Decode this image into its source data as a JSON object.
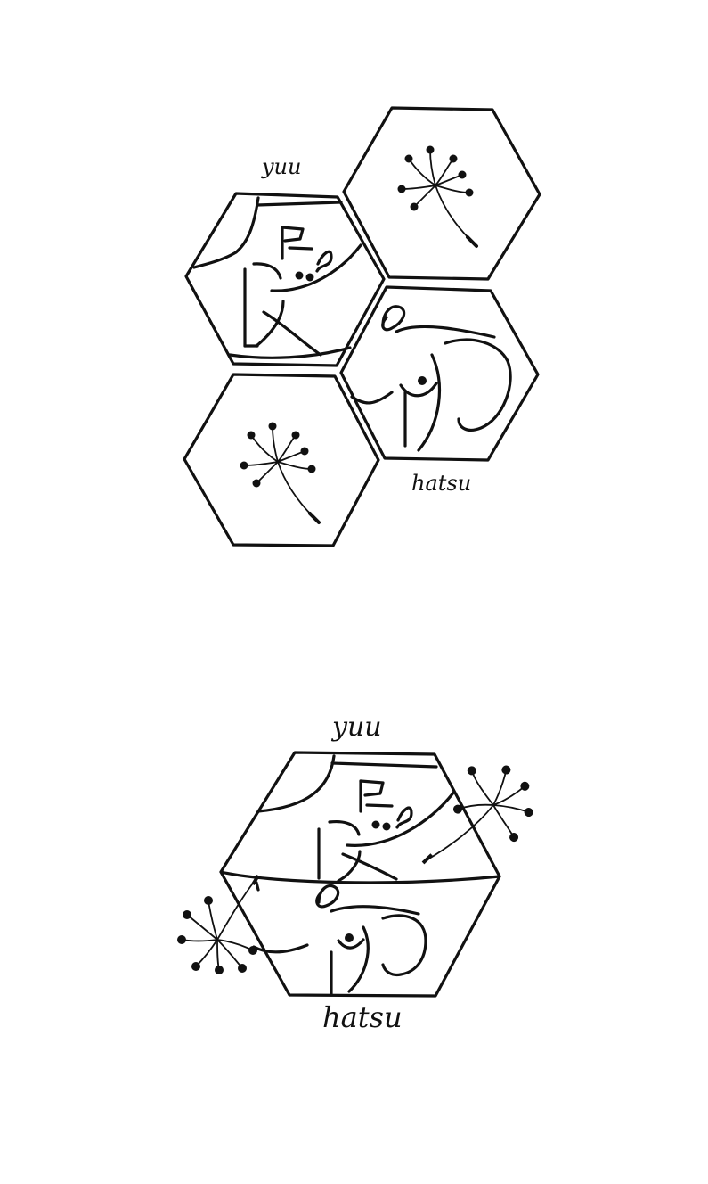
{
  "logo_top": {
    "label_top": "yuu",
    "label_bottom": "hatsu"
  },
  "logo_bottom": {
    "label_top": "yuu",
    "label_bottom": "hatsu"
  },
  "colors": {
    "ink": "#111111",
    "background": "#ffffff"
  },
  "icons": [
    "dandelion-seed-icon",
    "kanji-yuu-icon",
    "kanji-hatsu-icon"
  ]
}
